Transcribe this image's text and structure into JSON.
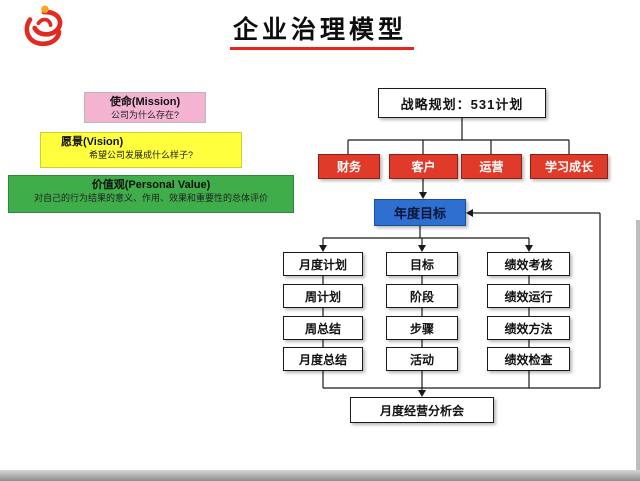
{
  "slide": {
    "title": "企业治理模型"
  },
  "left_panel": {
    "mission": {
      "title": "使命(Mission)",
      "desc": "公司为什么存在?"
    },
    "vision": {
      "title": "愿景(Vision)",
      "desc": "希望公司发展成什么样子?"
    },
    "values": {
      "title": "价值观(Personal Value)",
      "desc": "对自己的行为结果的意义、作用、效果和重要性的总体评价"
    }
  },
  "diagram": {
    "strategy": "战略规划：531计划",
    "perspectives": [
      "财务",
      "客户",
      "运营",
      "学习成长"
    ],
    "annual_goal": "年度目标",
    "columns": [
      {
        "items": [
          "月度计划",
          "周计划",
          "周总结",
          "月度总结"
        ]
      },
      {
        "items": [
          "目标",
          "阶段",
          "步骤",
          "活动"
        ]
      },
      {
        "items": [
          "绩效考核",
          "绩效运行",
          "绩效方法",
          "绩效检查"
        ]
      }
    ],
    "meeting": "月度经营分析会"
  },
  "colors": {
    "accent_red": "#e8251c",
    "perspective_red": "#e03a2b",
    "annual_goal_blue": "#2f6fd0",
    "mission_pink": "#f5b3d2",
    "vision_yellow": "#ffff3d",
    "values_green": "#3fae4a"
  }
}
